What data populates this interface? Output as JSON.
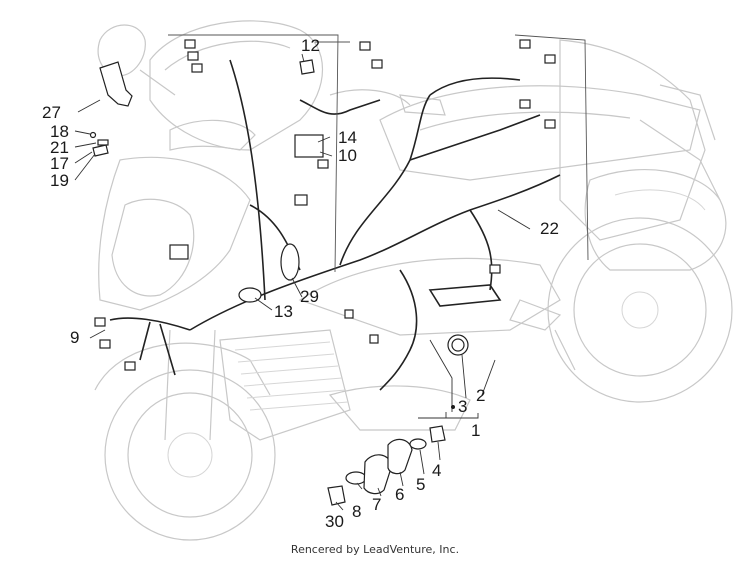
{
  "diagram": {
    "callouts": [
      {
        "id": "c1",
        "label": "1"
      },
      {
        "id": "c2",
        "label": "2"
      },
      {
        "id": "c3",
        "label": "3"
      },
      {
        "id": "c4",
        "label": "4"
      },
      {
        "id": "c5",
        "label": "5"
      },
      {
        "id": "c6",
        "label": "6"
      },
      {
        "id": "c7",
        "label": "7"
      },
      {
        "id": "c8",
        "label": "8"
      },
      {
        "id": "c9",
        "label": "9"
      },
      {
        "id": "c10",
        "label": "10"
      },
      {
        "id": "c12",
        "label": "12"
      },
      {
        "id": "c13",
        "label": "13"
      },
      {
        "id": "c14",
        "label": "14"
      },
      {
        "id": "c17",
        "label": "17"
      },
      {
        "id": "c18",
        "label": "18"
      },
      {
        "id": "c19",
        "label": "19"
      },
      {
        "id": "c21",
        "label": "21"
      },
      {
        "id": "c22",
        "label": "22"
      },
      {
        "id": "c27",
        "label": "27"
      },
      {
        "id": "c29",
        "label": "29"
      },
      {
        "id": "c30",
        "label": "30"
      }
    ],
    "colors": {
      "ink": "#1a1a1a",
      "ghost_line": "#c8c8c8",
      "background": "#ffffff"
    }
  },
  "footer": {
    "credit": "Rencered by LeadVenture, Inc."
  }
}
